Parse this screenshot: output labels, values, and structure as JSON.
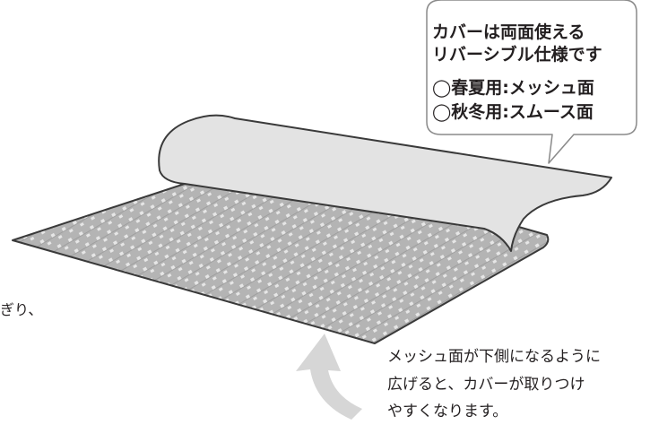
{
  "callout": {
    "line1": "カバーは両面使える",
    "line2": "リバーシブル仕様です",
    "spring_summer": "◯春夏用:メッシュ面",
    "autumn_winter": "◯秋冬用:スムース面"
  },
  "note": {
    "line1": "メッシュ面が下側になるように",
    "line2": "広げると、カバーが取りつけ",
    "line3": "やすくなります。"
  },
  "cropped_fragment": "ぎり、",
  "colors": {
    "mesh": "#b4b4b4",
    "mesh_pattern": "#e6e6e6",
    "cover_face": "#e3e3e3",
    "outline": "#3a3a3a",
    "arrow": "#d6d6d6",
    "bubble_fill": "#ffffff"
  }
}
